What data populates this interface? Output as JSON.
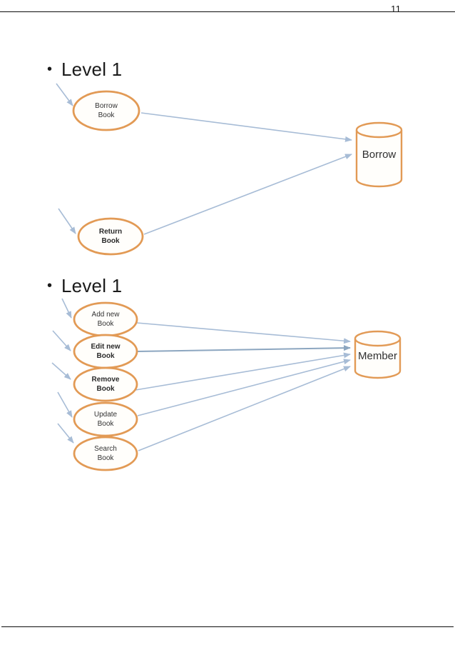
{
  "page": {
    "number": "11"
  },
  "colors": {
    "shape_border": "#E29A55",
    "shape_fill": "#FFFEFB",
    "arrow": "#A7BCD6",
    "arrow_dark": "#8CA6C0",
    "text": "#262626"
  },
  "diagram1": {
    "bullet": "•",
    "heading": "Level 1",
    "processes": [
      {
        "line1": "Borrow",
        "line2": "Book"
      },
      {
        "line1": "Return",
        "line2": "Book"
      }
    ],
    "datastore_label": "Borrow"
  },
  "diagram2": {
    "bullet": "•",
    "heading": "Level 1",
    "processes": [
      {
        "line1": "Add new",
        "line2": "Book"
      },
      {
        "line1": "Edit new",
        "line2": "Book"
      },
      {
        "line1": "Remove",
        "line2": "Book"
      },
      {
        "line1": "Update",
        "line2": "Book"
      },
      {
        "line1": "Search",
        "line2": "Book"
      }
    ],
    "datastore_label": "Member"
  }
}
